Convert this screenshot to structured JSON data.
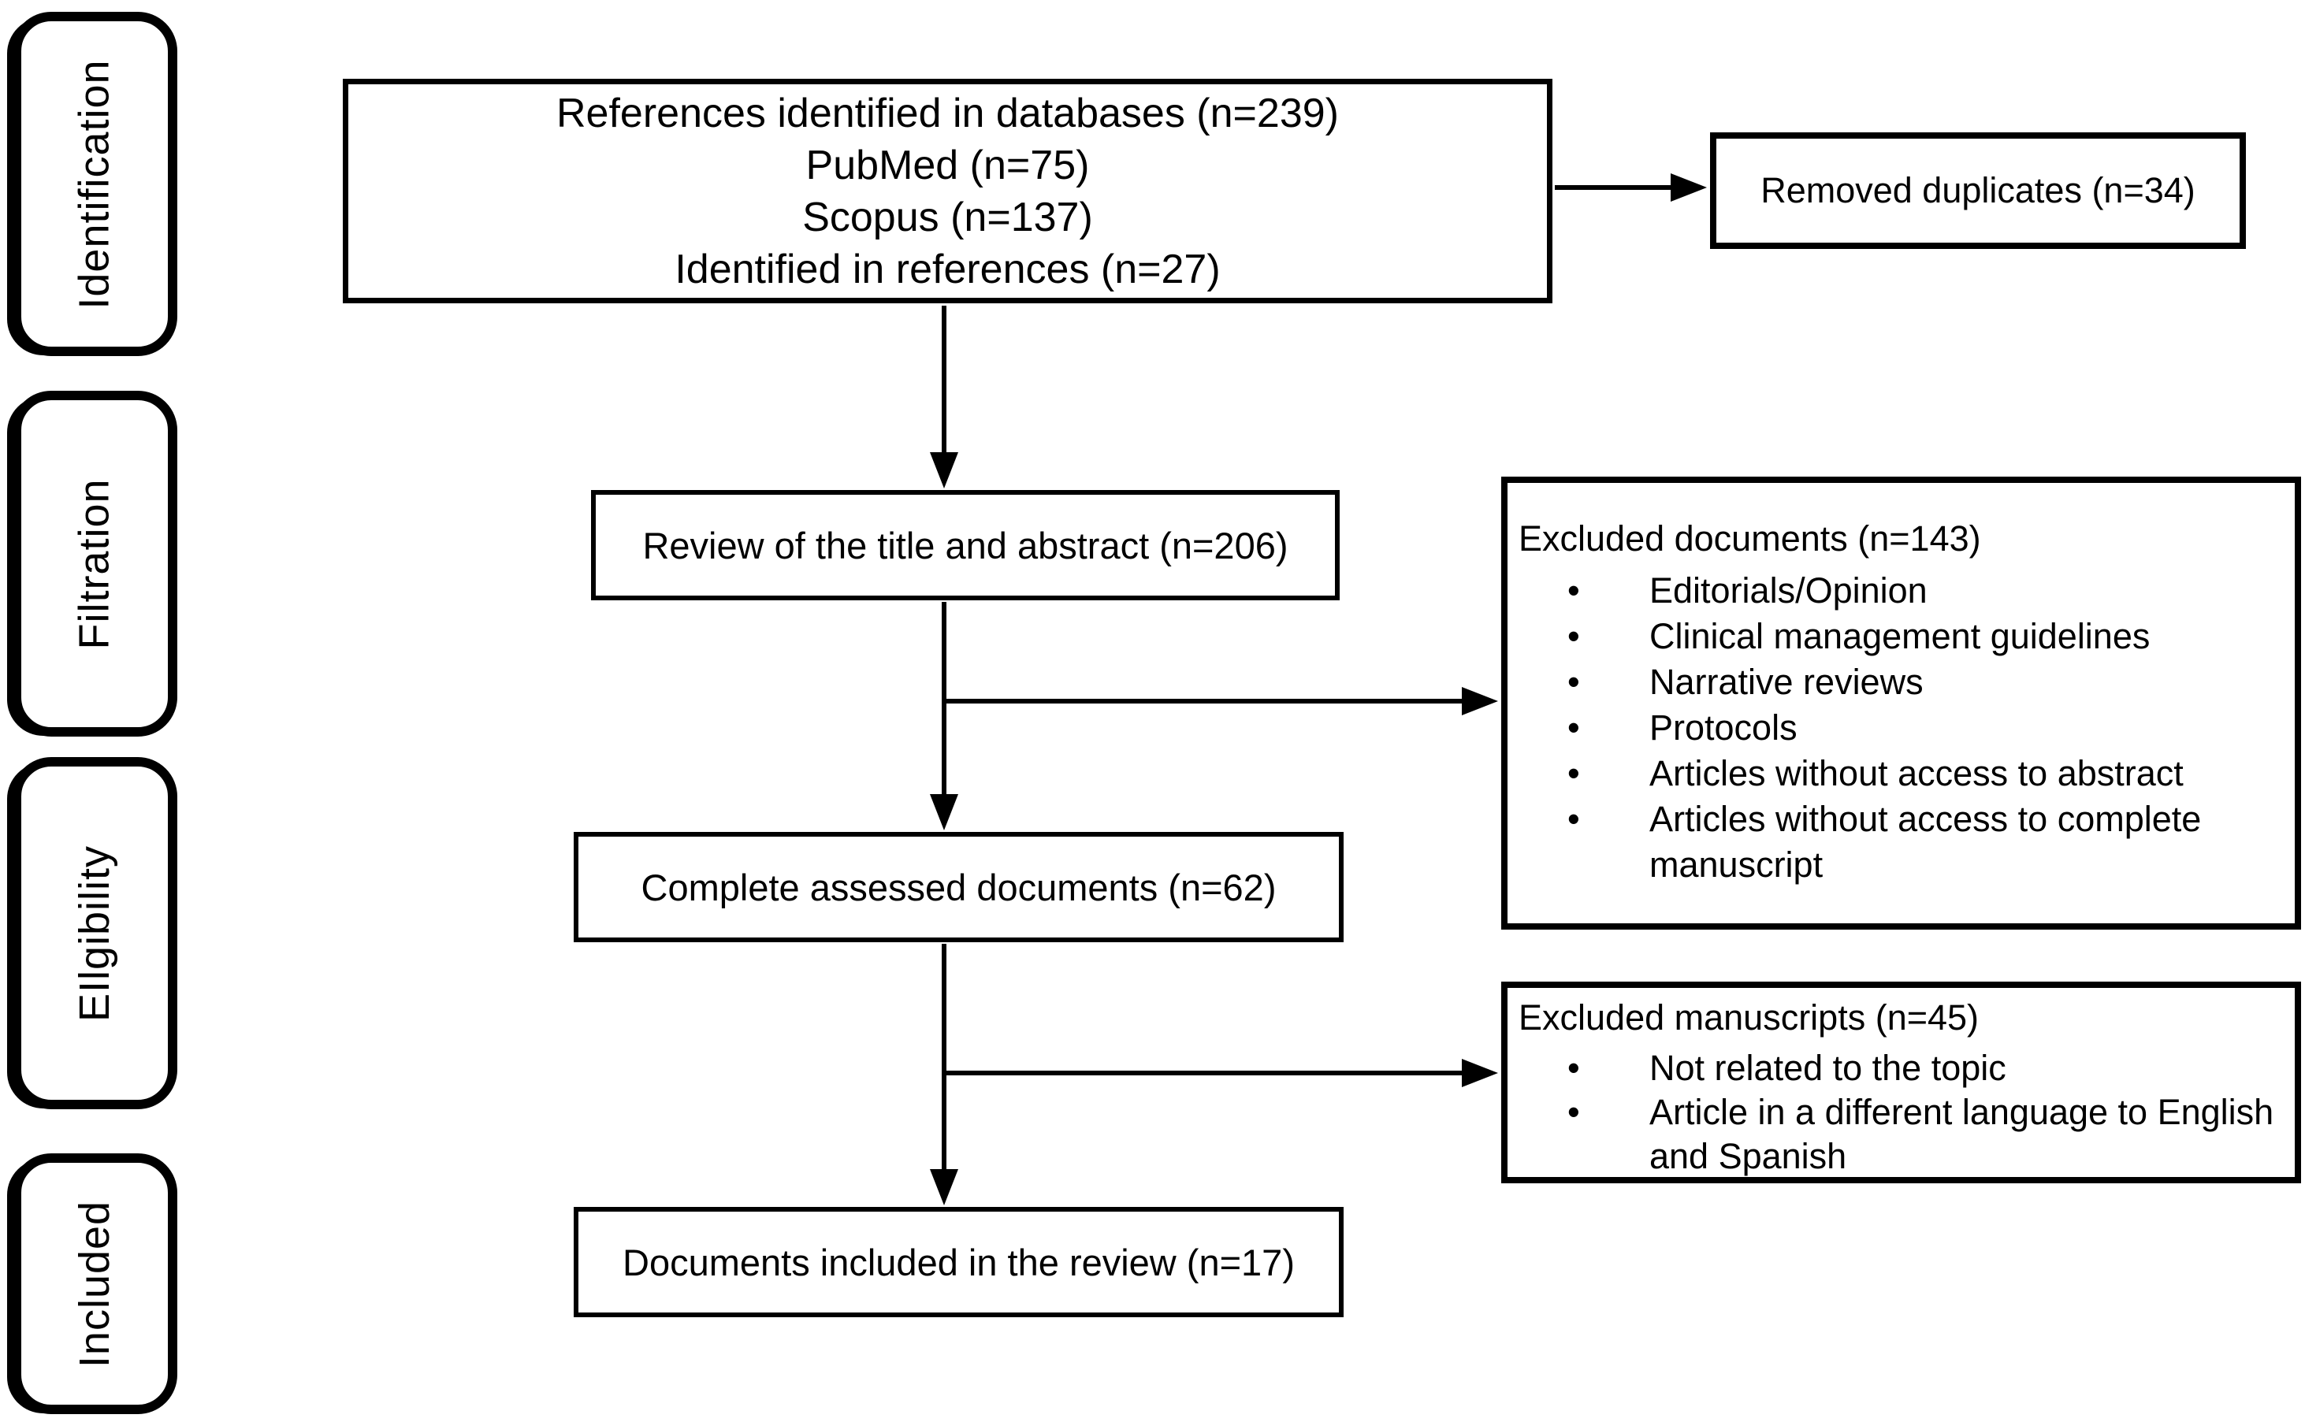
{
  "colors": {
    "ink": "#000000",
    "paper": "#ffffff"
  },
  "glyphs": {
    "bullet": "•"
  },
  "stages": [
    {
      "label": "Identification"
    },
    {
      "label": "Filtration"
    },
    {
      "label": "EIlgibility"
    },
    {
      "label": "Included"
    }
  ],
  "flow": {
    "identified": {
      "lines": [
        "References identified in databases (n=239)",
        "PubMed (n=75)",
        "Scopus (n=137)",
        "Identified in references (n=27)"
      ]
    },
    "removed_duplicates": {
      "label": "Removed duplicates (n=34)"
    },
    "title_abstract_review": {
      "label": "Review of the title and abstract (n=206)"
    },
    "excluded_documents": {
      "title": "Excluded documents (n=143)",
      "bullets": [
        "Editorials/Opinion",
        "Clinical management guidelines",
        "Narrative reviews",
        "Protocols",
        "Articles without access to abstract",
        "Articles without access to complete manuscript"
      ]
    },
    "complete_assessed": {
      "label": "Complete assessed documents (n=62)"
    },
    "excluded_manuscripts": {
      "title": "Excluded manuscripts (n=45)",
      "bullets": [
        "Not related to the topic",
        "Article in a different language to English and Spanish"
      ]
    },
    "included_in_review": {
      "label": "Documents included in the review (n=17)"
    }
  }
}
